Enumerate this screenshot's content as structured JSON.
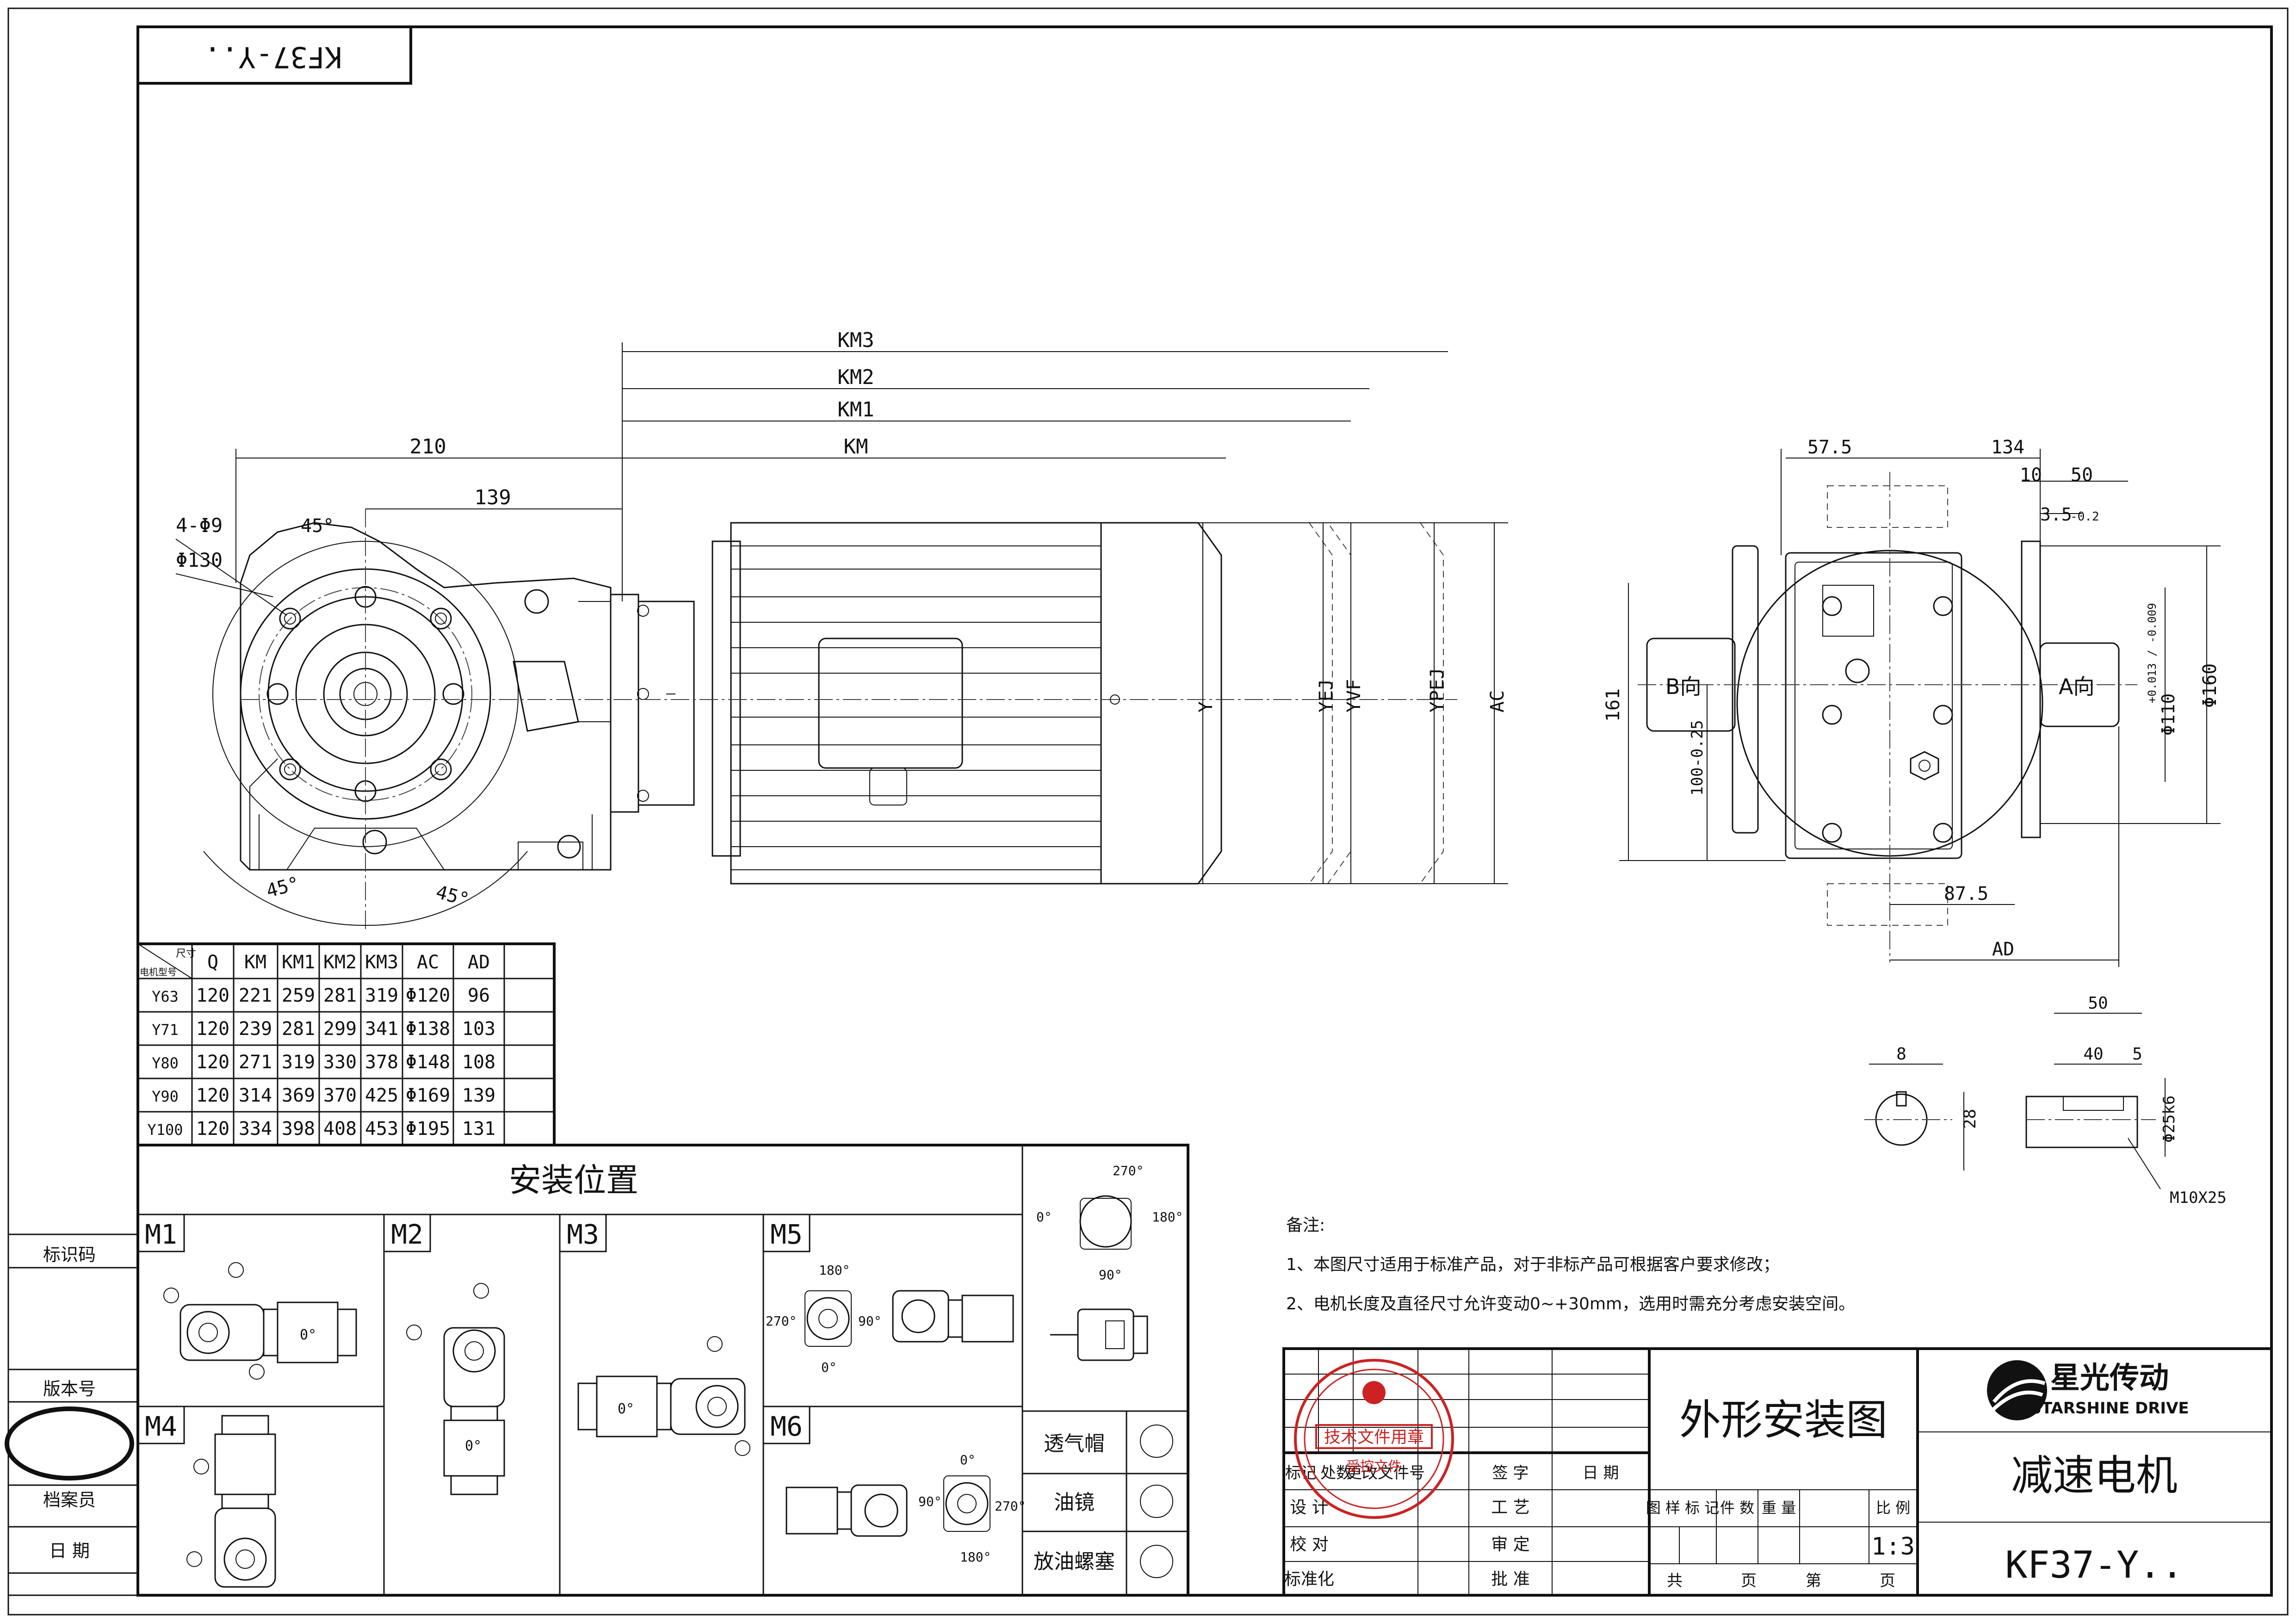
{
  "title_block_top": "KF37-Y..",
  "dims": {
    "km3": "KM3",
    "km2": "KM2",
    "km1": "KM1",
    "km": "KM",
    "d210": "210",
    "d139": "139",
    "holes": "4-Φ9",
    "pcd": "Φ130",
    "a45": "45°",
    "y": "Y",
    "yej": "YEJ",
    "yvf": "YVF",
    "ypej": "YPEJ",
    "ac": "AC",
    "d57": "57.5",
    "d134": "134",
    "d10": "10",
    "d50": "50",
    "d35": "3.5",
    "d35tol": "-0.2",
    "bdir": "B向",
    "adir": "A向",
    "d161": "161",
    "d100": "100-0.25",
    "d110": "Φ110",
    "d110tol": "+0.013 / -0.009",
    "d160": "Φ160",
    "d875": "87.5",
    "ad": "AD",
    "key8": "8",
    "d28": "28",
    "s50": "50",
    "s40": "40",
    "s5": "5",
    "shaft": "Φ25k6",
    "thread": "M10X25"
  },
  "dim_table": {
    "corner_top": "尺寸",
    "corner_bottom": "电机型号",
    "headers": [
      "Q",
      "KM",
      "KM1",
      "KM2",
      "KM3",
      "AC",
      "AD"
    ],
    "rows": [
      [
        "Y63",
        "120",
        "221",
        "259",
        "281",
        "319",
        "Φ120",
        "96"
      ],
      [
        "Y71",
        "120",
        "239",
        "281",
        "299",
        "341",
        "Φ138",
        "103"
      ],
      [
        "Y80",
        "120",
        "271",
        "319",
        "330",
        "378",
        "Φ148",
        "108"
      ],
      [
        "Y90",
        "120",
        "314",
        "369",
        "370",
        "425",
        "Φ169",
        "139"
      ],
      [
        "Y100",
        "120",
        "334",
        "398",
        "408",
        "453",
        "Φ195",
        "131"
      ]
    ]
  },
  "mounting": {
    "title": "安装位置",
    "positions": [
      "M1",
      "M2",
      "M3",
      "M4",
      "M5",
      "M6"
    ],
    "angles": {
      "a0": "0°",
      "a90": "90°",
      "a180": "180°",
      "a270": "270°"
    },
    "legend": [
      "透气帽",
      "油镜",
      "放油螺塞"
    ]
  },
  "notes": {
    "heading": "备注:",
    "line1": "1、本图尺寸适用于标准产品，对于非标产品可根据客户要求修改；",
    "line2": "2、电机长度及直径尺寸允许变动0~+30mm，选用时需充分考虑安装空间。"
  },
  "side_block": {
    "labels": [
      "标识码",
      "版本号",
      "档案员",
      "日 期"
    ]
  },
  "title_block": {
    "drawing_name": "外形安装图",
    "product": "减速电机",
    "model": "KF37-Y..",
    "brand_cn": "星光传动",
    "brand_en": "STARSHINE DRIVE",
    "revision_headers": [
      "标记",
      "处数",
      "更改文件号",
      "签 字",
      "日 期"
    ],
    "rows_left": [
      "设 计",
      "校 对",
      "标准化"
    ],
    "rows_mid": [
      "工 艺",
      "审 定",
      "批 准"
    ],
    "stage_headers": [
      "图 样 标 记",
      "件 数",
      "重 量",
      "比 例"
    ],
    "scale": "1:3",
    "sheet": [
      "共",
      "页",
      "第",
      "页"
    ],
    "stamp_text": "技术文件用章",
    "stamp_sub": "受控文件"
  }
}
